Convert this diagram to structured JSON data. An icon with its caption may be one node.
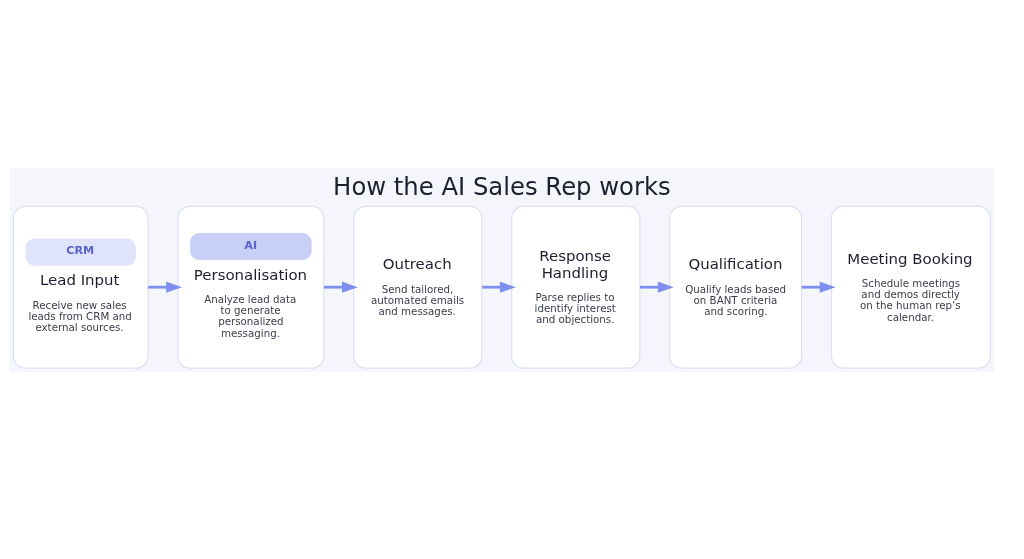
{
  "diagram": {
    "title": "How the AI Sales Rep works",
    "nodes": [
      {
        "text": [
          "CRM",
          "Lead Input",
          "Receive new sales leads from CRM and external sources."
        ]
      },
      {
        "text": [
          "AI",
          "Personalisation",
          "Analyze lead data to generate personalized messaging."
        ]
      },
      {
        "text": [
          "Outreach",
          "Send tailored, automated emails and messages."
        ]
      },
      {
        "text": [
          "Response Handling",
          "Parse replies to identify interest and objections."
        ]
      },
      {
        "text": [
          "Qualification",
          "Qualify leads based on BANT criteria and scoring."
        ]
      },
      {
        "text": [
          "Meeting Booking",
          "Schedule meetings and demos directly on the human rep’s calendar."
        ]
      }
    ],
    "edges": [
      {
        "from": 0,
        "to": 1,
        "arrow": "to"
      },
      {
        "from": 1,
        "to": 2,
        "arrow": "to"
      },
      {
        "from": 2,
        "to": 3,
        "arrow": "to"
      },
      {
        "from": 3,
        "to": 4,
        "arrow": "to"
      },
      {
        "from": 4,
        "to": 5,
        "arrow": "to"
      }
    ]
  }
}
